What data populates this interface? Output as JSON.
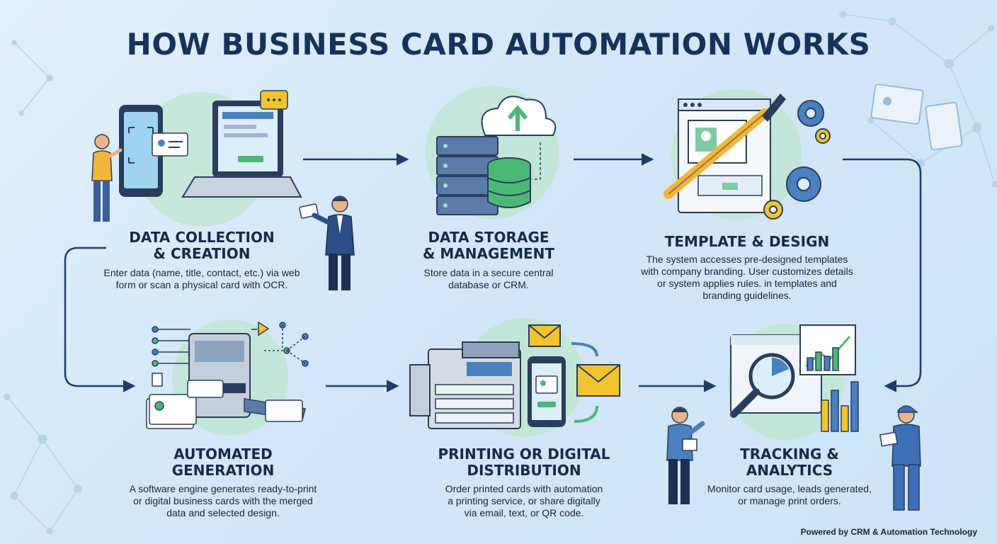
{
  "title": "HOW BUSINESS CARD AUTOMATION WORKS",
  "steps": [
    {
      "title_lines": [
        "DATA COLLECTION",
        "& CREATION"
      ],
      "desc_lines": [
        "Enter data (name, title, contact, etc.) via web",
        "form or scan a physical card with OCR."
      ]
    },
    {
      "title_lines": [
        "DATA STORAGE",
        "& MANAGEMENT"
      ],
      "desc_lines": [
        "Store data in a secure central",
        "database or CRM."
      ]
    },
    {
      "title_lines": [
        "TEMPLATE & DESIGN"
      ],
      "desc_lines": [
        "The system accesses pre-designed templates",
        "with company branding. User customizes details",
        "or system applies rules. in templates and",
        "branding guidelines."
      ]
    },
    {
      "title_lines": [
        "AUTOMATED",
        "GENERATION"
      ],
      "desc_lines": [
        "A software engine generates ready-to-print",
        "or digital business cards with the merged",
        "data and selected design."
      ]
    },
    {
      "title_lines": [
        "PRINTING OR DIGITAL",
        "DISTRIBUTION"
      ],
      "desc_lines": [
        "Order printed cards with automation",
        "a printing service, or share digitally",
        "via email, text, or QR code."
      ]
    },
    {
      "title_lines": [
        "TRACKING &",
        "ANALYTICS"
      ],
      "desc_lines": [
        "Monitor card usage, leads generated,",
        "or manage print orders."
      ]
    }
  ],
  "footer": "Powered by CRM & Automation Technology",
  "colors": {
    "navy": "#17325a",
    "arrow": "#1f3c66",
    "mint": "#a8e3c4",
    "blue_light": "#bfe0f5",
    "yellow": "#f4c430",
    "green": "#4cb877"
  }
}
